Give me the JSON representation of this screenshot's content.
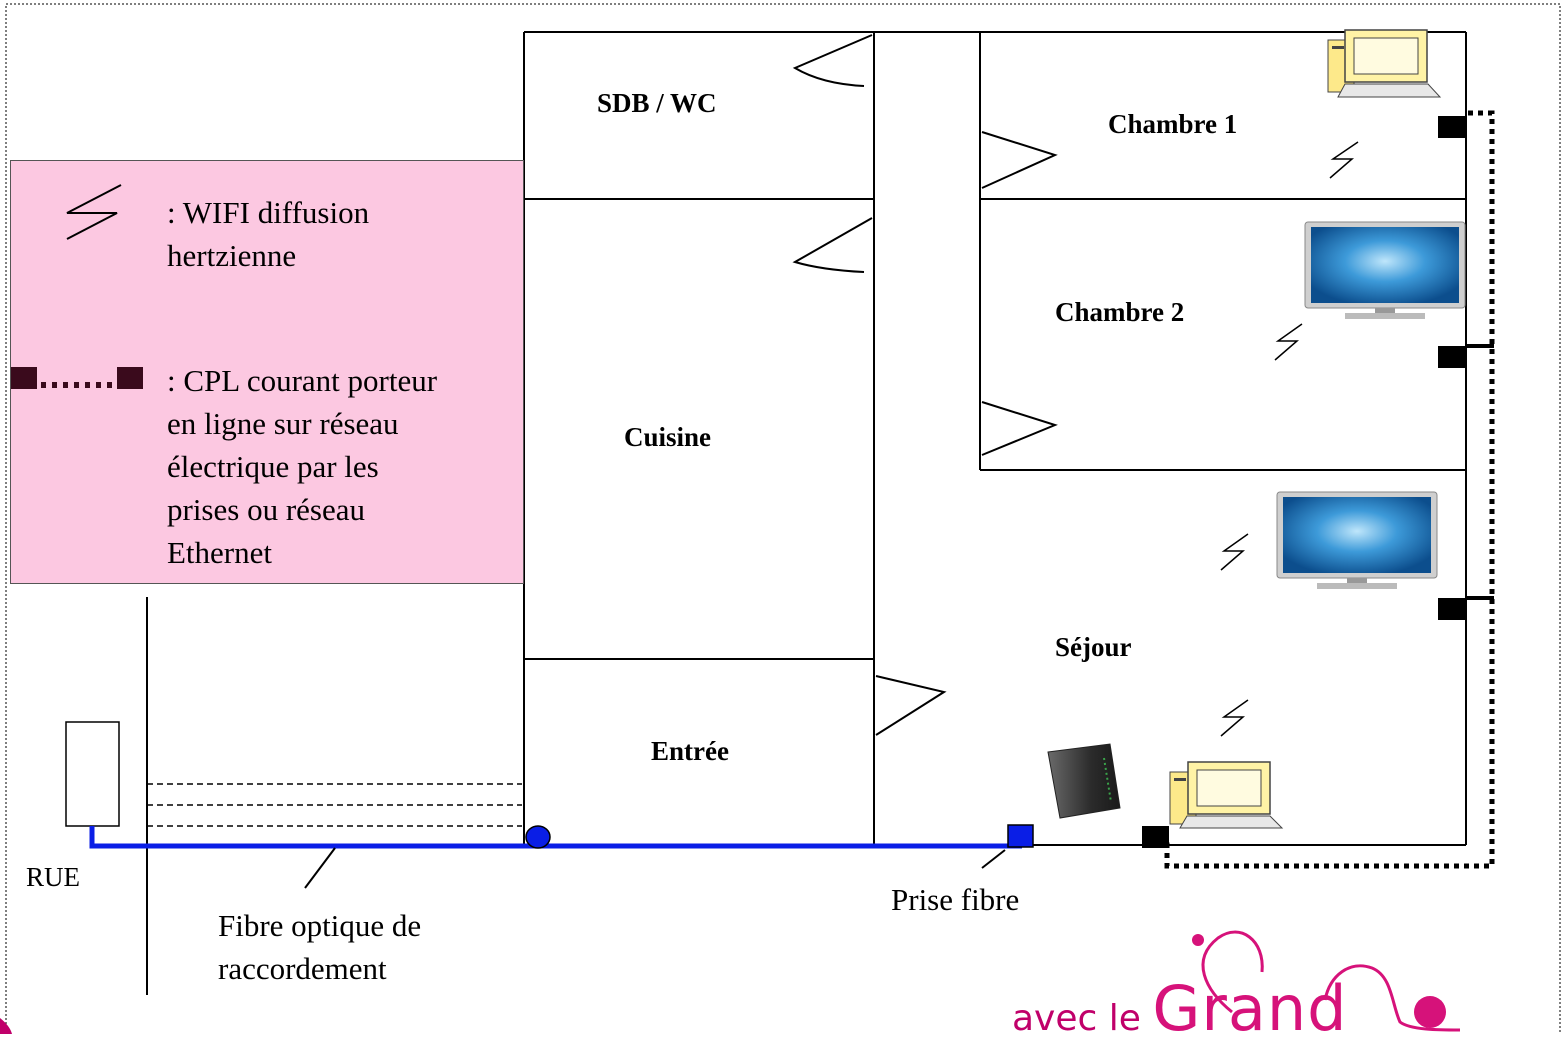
{
  "legend": {
    "wifi_text": ": WIFI diffusion\nhertzienne",
    "cpl_text": ": CPL courant porteur\nen ligne sur réseau\nélectrique par les\nprises ou réseau\nEthernet"
  },
  "rooms": {
    "sdb": "SDB / WC",
    "chambre1": "Chambre 1",
    "chambre2": "Chambre 2",
    "cuisine": "Cuisine",
    "sejour": "Séjour",
    "entree": "Entrée"
  },
  "labels": {
    "rue": "RUE",
    "fibre": "Fibre optique de\nraccordement",
    "prise": "Prise fibre"
  },
  "logo": {
    "small": "avec le ",
    "big": "Grand"
  },
  "colors": {
    "legend_bg": "#fcc8e1",
    "fiber": "#0a1ee6",
    "cpl": "#000000",
    "logo": "#d6127a"
  }
}
